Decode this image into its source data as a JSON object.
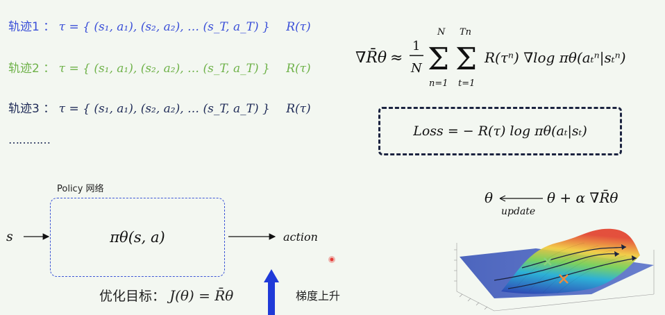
{
  "trajectories": [
    {
      "label": "轨迹1",
      "colon": "：",
      "tau": "τ",
      "eq": "= { (s₁, a₁), (s₂, a₂), … (s_T, a_T) }",
      "reward": "R(τ)",
      "color": "#3a4fd8"
    },
    {
      "label": "轨迹2",
      "colon": "：",
      "tau": "τ",
      "eq": "= { (s₁, a₁), (s₂, a₂), … (s_T, a_T) }",
      "reward": "R(τ)",
      "color": "#6fb24a"
    },
    {
      "label": "轨迹3",
      "colon": "：",
      "tau": "τ",
      "eq": "= { (s₁, a₁), (s₂, a₂), … (s_T, a_T) }",
      "reward": "R(τ)",
      "color": "#1f2b57"
    }
  ],
  "ellipsis": "…………",
  "gradient_formula": {
    "lhs": "∇R̄θ",
    "approx": "≈",
    "fraction_num": "1",
    "fraction_den": "N",
    "sum1_top": "N",
    "sum1_bottom": "n=1",
    "sum2_top": "Tn",
    "sum2_bottom": "t=1",
    "body": "R(τⁿ) ∇log πθ(aₜⁿ|sₜⁿ)"
  },
  "loss": "Loss = − R(τ)  log πθ(aₜ|sₜ)",
  "policy_label": "Policy 网络",
  "policy_fn": "πθ(s, a)",
  "input_label": "s",
  "output_label": "action",
  "objective_label": "优化目标：",
  "objective_math": "J(θ) = R̄θ",
  "ascent_label": "梯度上升",
  "update_rule": {
    "lhs": "θ",
    "arrow_label": "update",
    "rhs": "θ + α ∇R̄θ"
  },
  "colors": {
    "background": "#f3f7f1",
    "policy_border": "#3c55d6",
    "arrow_blue": "#1f3ad8",
    "loss_border": "#1b2340",
    "pointer": "#e53935"
  }
}
